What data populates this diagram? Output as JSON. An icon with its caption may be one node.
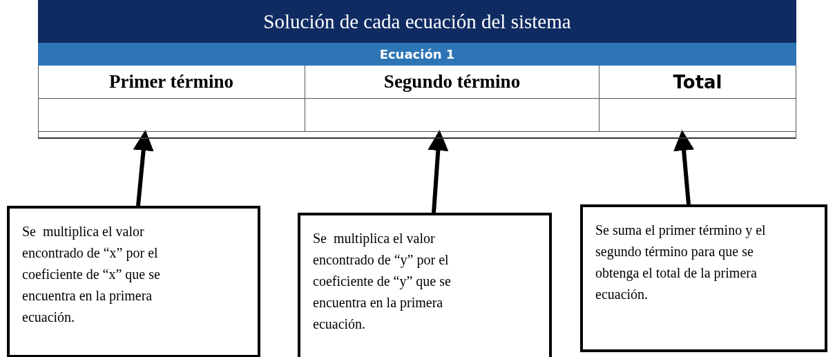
{
  "diagram": {
    "nodes": [
      {
        "text": [],
        "shape": "box"
      },
      {
        "text": [],
        "shape": "box"
      },
      {
        "text": [],
        "shape": "box"
      },
      {
        "text": [
          "Se  multiplica el valor encontrado de “x” por el coeficiente de “x” que se encuentra en la primera ecuación."
        ]
      },
      {
        "text": [
          "Se  multiplica el valor encontrado de “y” por el coeficiente de “y” que se encuentra en la primera ecuación."
        ]
      },
      {
        "text": [
          "Se suma el primer término y el segundo término para que se obtenga el total de la primera ecuación."
        ]
      }
    ],
    "edges": [
      {
        "from": 3,
        "to": 0,
        "arrow": "to"
      },
      {
        "from": 4,
        "to": 1,
        "arrow": "to"
      },
      {
        "from": 5,
        "to": 2,
        "arrow": "to"
      }
    ],
    "labels": [
      "Solución de cada ecuación del sistema",
      "Ecuación 1",
      "Primer término",
      "Segundo término",
      "Total"
    ]
  }
}
